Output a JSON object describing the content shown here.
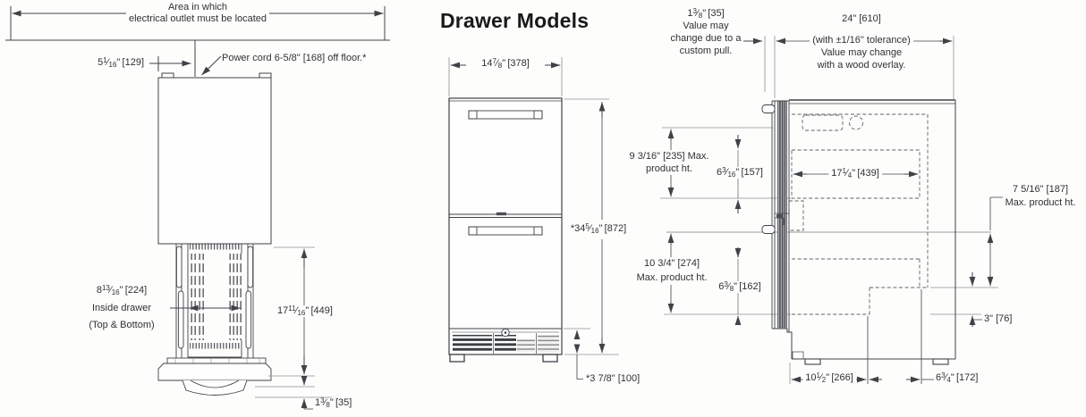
{
  "title": "Drawer Models",
  "colors": {
    "line": "#3f4246",
    "light_line": "#8d9094",
    "dashed_line": "#5e6165",
    "text": "#2e3134",
    "background": "#fdfdfc"
  },
  "left_view": {
    "area_note": {
      "line1": "Area in which",
      "line2": "electrical outlet must be located"
    },
    "power_cord_note": "Power cord 6-5/8\" [168] off floor.*",
    "outlet_offset_dim": {
      "w": "5",
      "n": "1",
      "d": "16",
      "mm": "129"
    },
    "inside_drawer_dim": {
      "w": "8",
      "n": "13",
      "d": "16",
      "mm": "224"
    },
    "inside_drawer_note": {
      "line1": "Inside drawer",
      "line2": "(Top & Bottom)"
    },
    "drawer_height_dim": {
      "w": "17",
      "n": "11",
      "d": "16",
      "mm": "449"
    },
    "base_height_dim": {
      "w": "1",
      "n": "3",
      "d": "8",
      "mm": "35"
    }
  },
  "front_view": {
    "width_dim": {
      "w": "14",
      "n": "7",
      "d": "8",
      "mm": "378"
    },
    "height_dim": {
      "prefix": "*",
      "w": "34",
      "n": "5",
      "d": "16",
      "mm": "872"
    },
    "toe_grille_dim": "*3 7/8\" [100]"
  },
  "side_view": {
    "pull_note": {
      "dim": {
        "w": "1",
        "n": "3",
        "d": "8",
        "mm": "35"
      },
      "line1": "Value may",
      "line2": "change due to a",
      "line3": "custom pull."
    },
    "depth_note": {
      "dim": "24\" [610]",
      "line1": "(with ±1/16\" tolerance)",
      "line2": "Value may change",
      "line3": "with a wood overlay."
    },
    "upper_product_height": {
      "line1": "9 3/16\" [235] Max.",
      "line2": "product ht."
    },
    "upper_clearance_dim": {
      "w": "6",
      "n": "3",
      "d": "16",
      "mm": "157"
    },
    "interior_depth_dim": {
      "w": "17",
      "n": "1",
      "d": "4",
      "mm": "439"
    },
    "rear_product_height": {
      "line1": "7 5/16\" [187]",
      "line2": "Max. product ht."
    },
    "lower_product_height": {
      "line1": "10 3/4\" [274]",
      "line2": "Max. product ht."
    },
    "lower_clearance_dim": {
      "w": "6",
      "n": "3",
      "d": "8",
      "mm": "162"
    },
    "step_height_dim": "3\" [76]",
    "front_depth_dim": {
      "w": "10",
      "n": "1",
      "d": "2",
      "mm": "266"
    },
    "rear_depth_dim": {
      "w": "6",
      "n": "3",
      "d": "4",
      "mm": "172"
    }
  }
}
